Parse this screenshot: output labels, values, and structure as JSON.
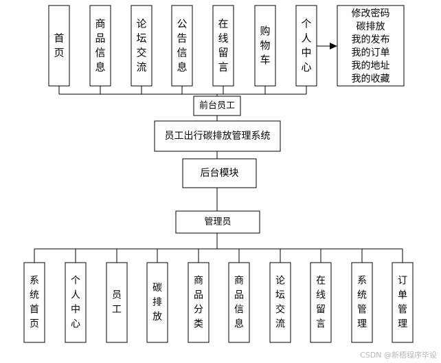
{
  "top_modules": [
    {
      "id": "home",
      "label": "首页"
    },
    {
      "id": "product-info",
      "label": "商品信息"
    },
    {
      "id": "forum",
      "label": "论坛交流"
    },
    {
      "id": "announcement",
      "label": "公告信息"
    },
    {
      "id": "online-message",
      "label": "在线留言"
    },
    {
      "id": "cart",
      "label": "购物车"
    },
    {
      "id": "personal-center",
      "label": "个人中心"
    }
  ],
  "personal_center_items": [
    "修改密码",
    "碳排放",
    "我的发布",
    "我的订单",
    "我的地址",
    "我的收藏"
  ],
  "frontend_role": "前台员工",
  "system_name": "员工出行碳排放管理系统",
  "backend_module": "后台模块",
  "admin_role": "管理员",
  "bottom_modules": [
    {
      "id": "system-home",
      "label": "系统首页"
    },
    {
      "id": "personal-center",
      "label": "个人中心"
    },
    {
      "id": "staff",
      "label": "员工"
    },
    {
      "id": "carbon-emission",
      "label": "碳排放"
    },
    {
      "id": "product-category",
      "label": "商品分类"
    },
    {
      "id": "product-info",
      "label": "商品信息"
    },
    {
      "id": "forum",
      "label": "论坛交流"
    },
    {
      "id": "online-message",
      "label": "在线留言"
    },
    {
      "id": "system-management",
      "label": "系统管理"
    },
    {
      "id": "order-management",
      "label": "订单管理"
    }
  ],
  "watermark": "CSDN @新梧程序毕设"
}
